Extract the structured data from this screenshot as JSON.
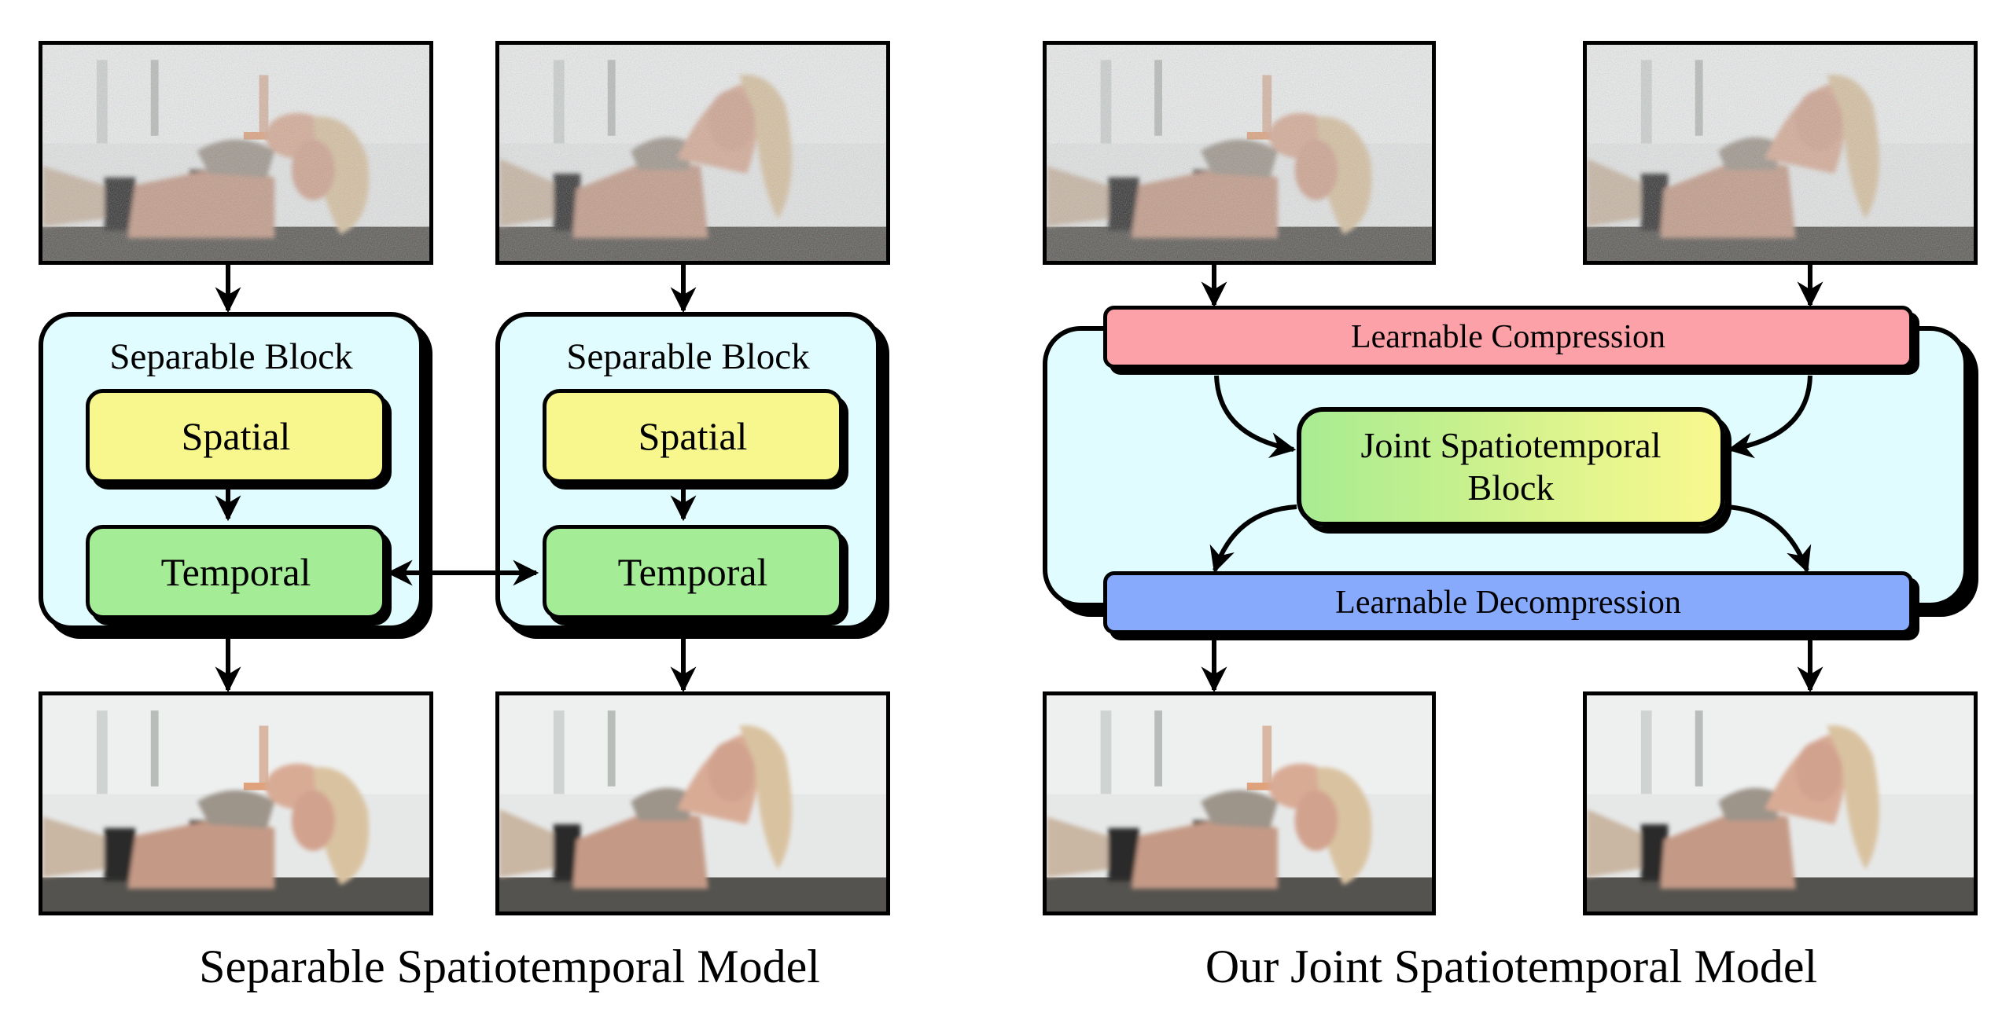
{
  "left_model": {
    "caption": "Separable Spatiotemporal Model",
    "columns": [
      {
        "input_image": "noisy-frame-1",
        "block_title": "Separable Block",
        "spatial_label": "Spatial",
        "temporal_label": "Temporal",
        "output_image": "clean-frame-1"
      },
      {
        "input_image": "noisy-frame-2",
        "block_title": "Separable Block",
        "spatial_label": "Spatial",
        "temporal_label": "Temporal",
        "output_image": "clean-frame-2"
      }
    ],
    "temporal_link": "bidirectional-arrow"
  },
  "right_model": {
    "caption": "Our Joint Spatiotemporal Model",
    "compression_label": "Learnable Compression",
    "joint_block_line1": "Joint Spatiotemporal",
    "joint_block_line2": "Block",
    "decompression_label": "Learnable Decompression",
    "input_images": [
      "noisy-frame-1",
      "noisy-frame-2"
    ],
    "output_images": [
      "clean-frame-1",
      "clean-frame-2"
    ]
  },
  "colors": {
    "block_background": "#e0fcfe",
    "spatial": "#f7f78e",
    "temporal": "#a5ec97",
    "compression": "#fca1a7",
    "decompression": "#88aafc",
    "joint_gradient_start": "#a8ec92",
    "joint_gradient_end": "#f8f88e"
  }
}
